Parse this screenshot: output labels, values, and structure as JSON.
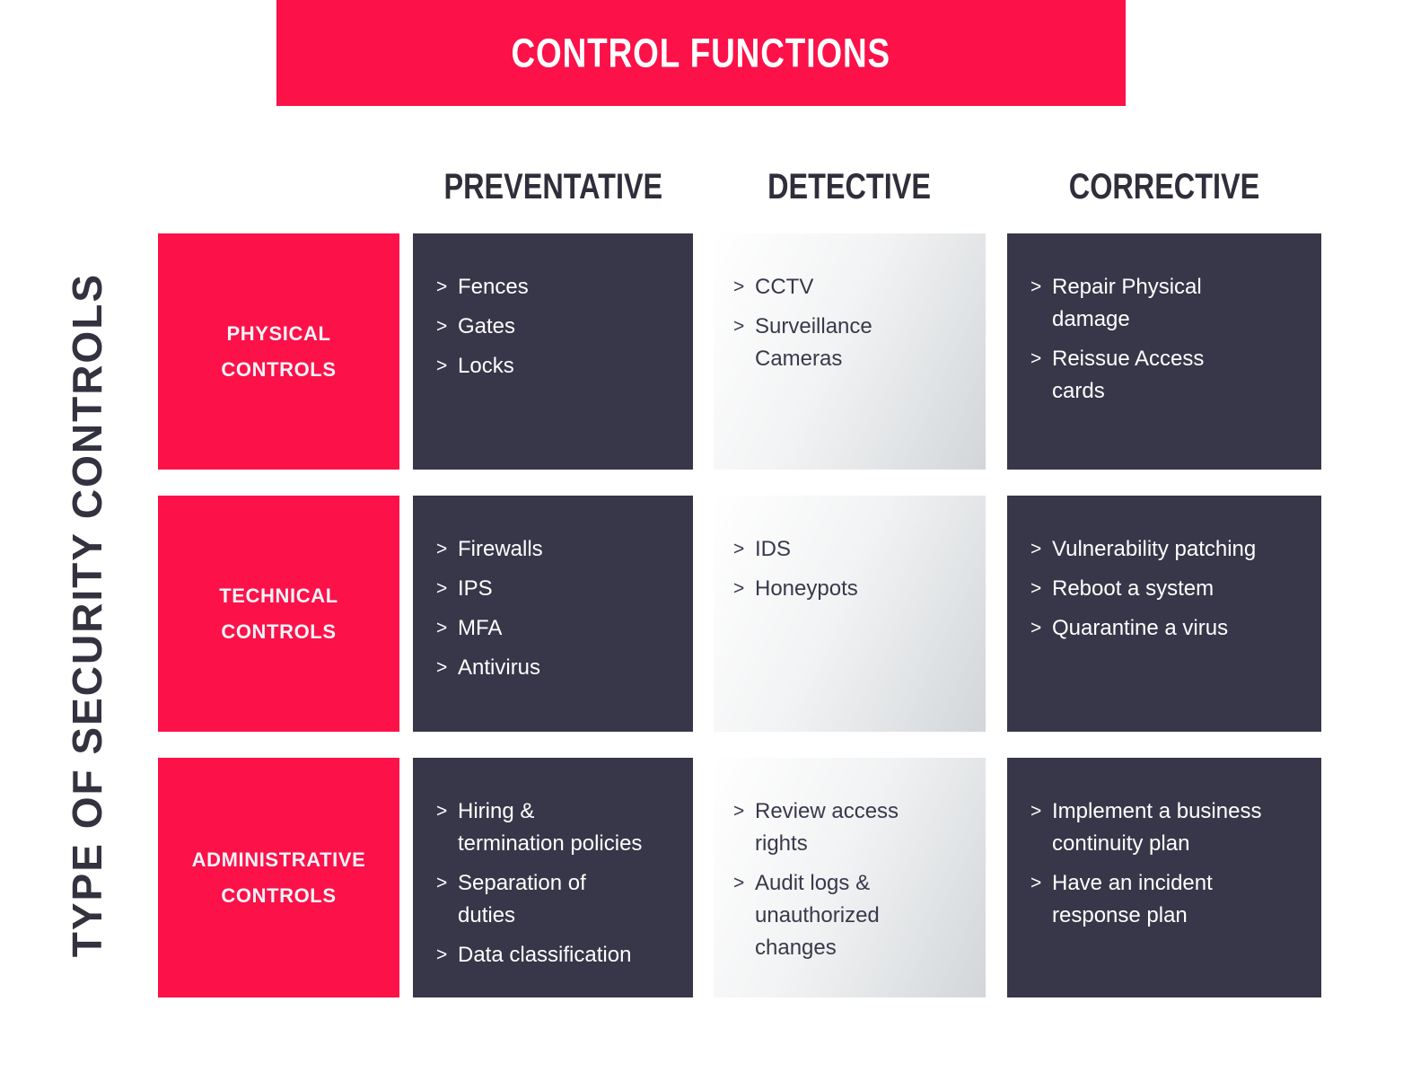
{
  "banner": {
    "title": "CONTROL FUNCTIONS"
  },
  "y_axis_label": "TYPE OF SECURITY CONTROLS",
  "bullet_glyph": ">",
  "colors": {
    "accent_red": "#fc1149",
    "dark_navy": "#383649",
    "detective_gradient_start": "#ffffff",
    "detective_gradient_end": "#d2d6d9",
    "header_text": "#2f2e3a",
    "light_cell_text": "#3a384c"
  },
  "column_headers": [
    "PREVENTATIVE",
    "DETECTIVE",
    "CORRECTIVE"
  ],
  "rows": [
    {
      "label": "PHYSICAL\nCONTROLS",
      "cells": {
        "preventative": {
          "items": [
            "Fences",
            "Gates",
            "Locks"
          ]
        },
        "detective": {
          "items": [
            "CCTV",
            "Surveillance\nCameras"
          ]
        },
        "corrective": {
          "items": [
            "Repair Physical\ndamage",
            "Reissue Access\ncards"
          ]
        }
      }
    },
    {
      "label": "TECHNICAL\nCONTROLS",
      "cells": {
        "preventative": {
          "items": [
            "Firewalls",
            "IPS",
            "MFA",
            "Antivirus"
          ]
        },
        "detective": {
          "items": [
            "IDS",
            "Honeypots"
          ]
        },
        "corrective": {
          "items": [
            "Vulnerability patching",
            "Reboot a system",
            "Quarantine a virus"
          ]
        }
      }
    },
    {
      "label": "ADMINISTRATIVE\nCONTROLS",
      "cells": {
        "preventative": {
          "items": [
            "Hiring &\ntermination policies",
            "Separation of\nduties",
            "Data classification"
          ]
        },
        "detective": {
          "items": [
            "Review access\nrights",
            "Audit logs &\nunauthorized\nchanges"
          ]
        },
        "corrective": {
          "items": [
            "Implement a business\ncontinuity plan",
            "Have an incident\nresponse plan"
          ]
        }
      }
    }
  ]
}
